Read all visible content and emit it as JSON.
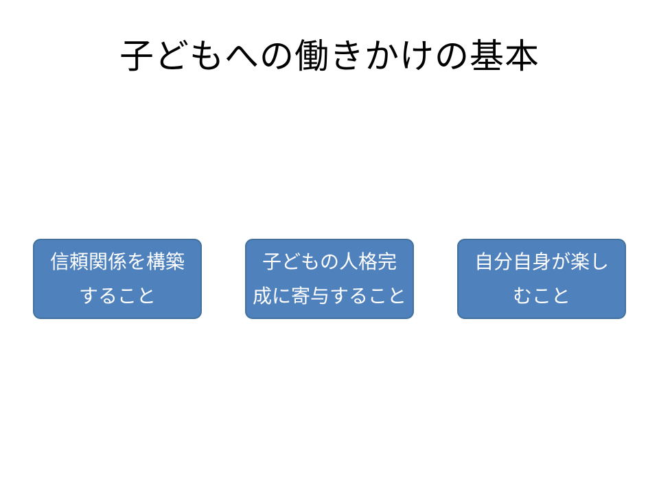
{
  "slide": {
    "title": "子どもへの働きかけの基本",
    "boxes": [
      {
        "label": "信頼関係を構築\nすること"
      },
      {
        "label": "子どもの人格完\n成に寄与すること"
      },
      {
        "label": "自分自身が楽し\nむこと"
      }
    ],
    "colors": {
      "background": "#FFFFFF",
      "box_fill": "#4F81BD",
      "box_border": "#41719C",
      "box_text": "#FFFFFF",
      "title_text": "#000000"
    }
  }
}
